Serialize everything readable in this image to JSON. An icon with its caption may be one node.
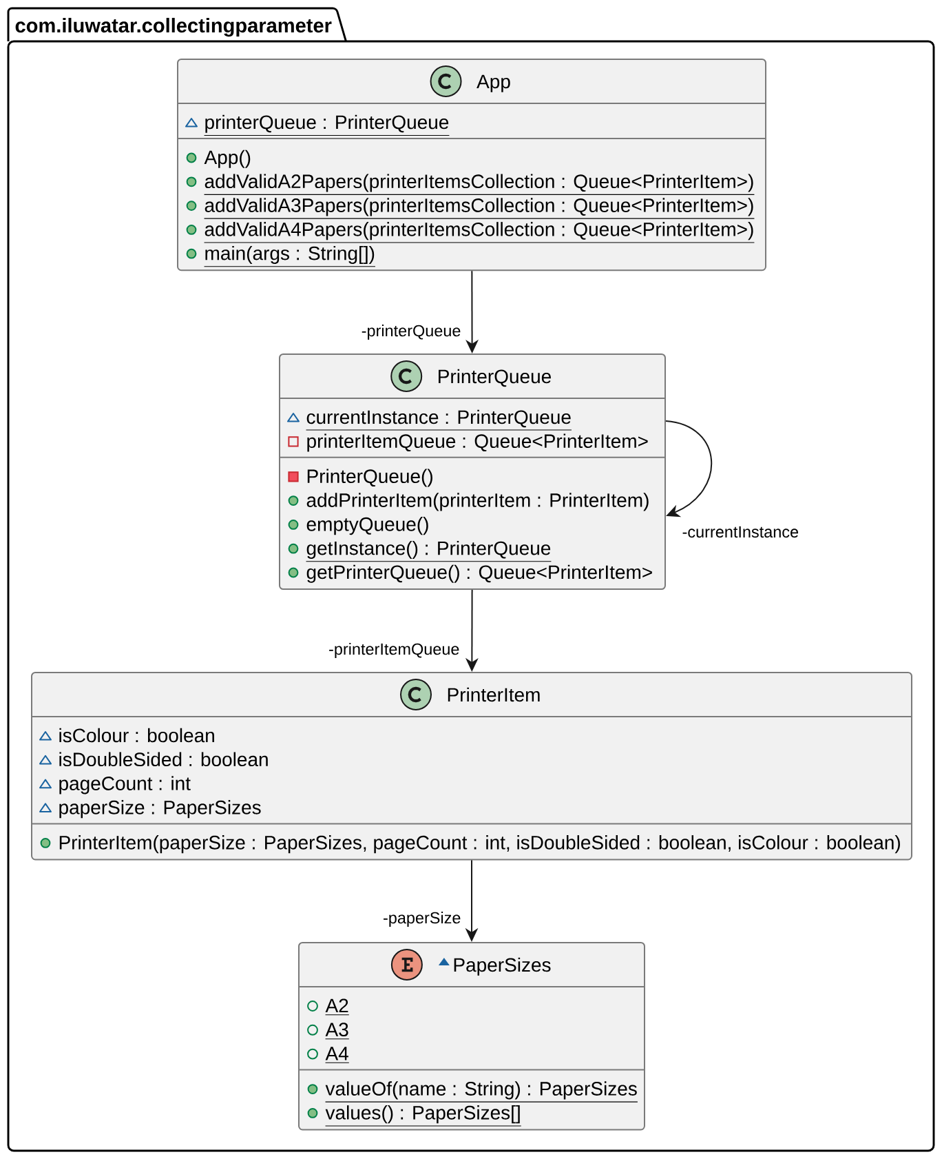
{
  "diagram": {
    "nodes": [
      {
        "text": [
          "com.iluwatar.collectingparameter"
        ]
      },
      {
        "text": [
          "App",
          "printerQueue : PrinterQueue",
          "App()",
          "addValidA2Papers(printerItemsCollection : Queue<PrinterItem>)",
          "addValidA3Papers(printerItemsCollection : Queue<PrinterItem>)",
          "addValidA4Papers(printerItemsCollection : Queue<PrinterItem>)",
          "main(args : String[])"
        ],
        "in": 0
      },
      {
        "text": [
          "PrinterQueue",
          "currentInstance : PrinterQueue",
          "printerItemQueue : Queue<PrinterItem>",
          "PrinterQueue()",
          "addPrinterItem(printerItem : PrinterItem)",
          "emptyQueue()",
          "getInstance() : PrinterQueue",
          "getPrinterQueue() : Queue<PrinterItem>"
        ],
        "in": 0
      },
      {
        "text": [
          "PrinterItem",
          "isColour : boolean",
          "isDoubleSided : boolean",
          "pageCount : int",
          "paperSize : PaperSizes",
          "PrinterItem(paperSize : PaperSizes, pageCount : int, isDoubleSided : boolean, isColour : boolean)"
        ],
        "in": 0
      },
      {
        "text": [
          "PaperSizes",
          "A2",
          "A3",
          "A4",
          "valueOf(name : String) : PaperSizes",
          "values() : PaperSizes[]"
        ],
        "in": 0
      }
    ],
    "edges": [
      {
        "from": 1,
        "to": 2,
        "arrow": "to",
        "label": "-printerQueue"
      },
      {
        "from": 2,
        "to": 2,
        "arrow": "to",
        "label": "-currentInstance"
      },
      {
        "from": 2,
        "to": 3,
        "arrow": "to",
        "label": "-printerItemQueue"
      },
      {
        "from": 3,
        "to": 4,
        "arrow": "to",
        "label": "-paperSize"
      }
    ]
  }
}
